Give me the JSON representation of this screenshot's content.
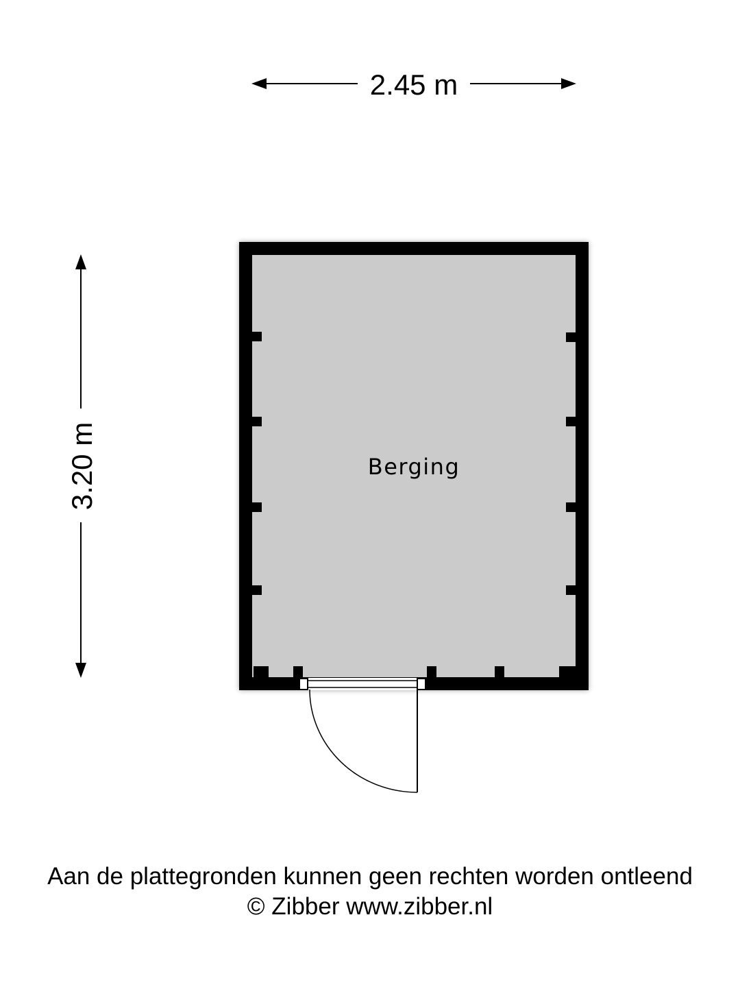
{
  "dimensions": {
    "width_label": "2.45 m",
    "height_label": "3.20 m"
  },
  "rooms": [
    {
      "name": "Berging"
    }
  ],
  "footer": {
    "disclaimer": "Aan de plattegronden kunnen geen rechten worden ontleend",
    "copyright": "© Zibber www.zibber.nl"
  },
  "colors": {
    "wall": "#000000",
    "floor": "#cbcbcb",
    "background": "#ffffff"
  }
}
